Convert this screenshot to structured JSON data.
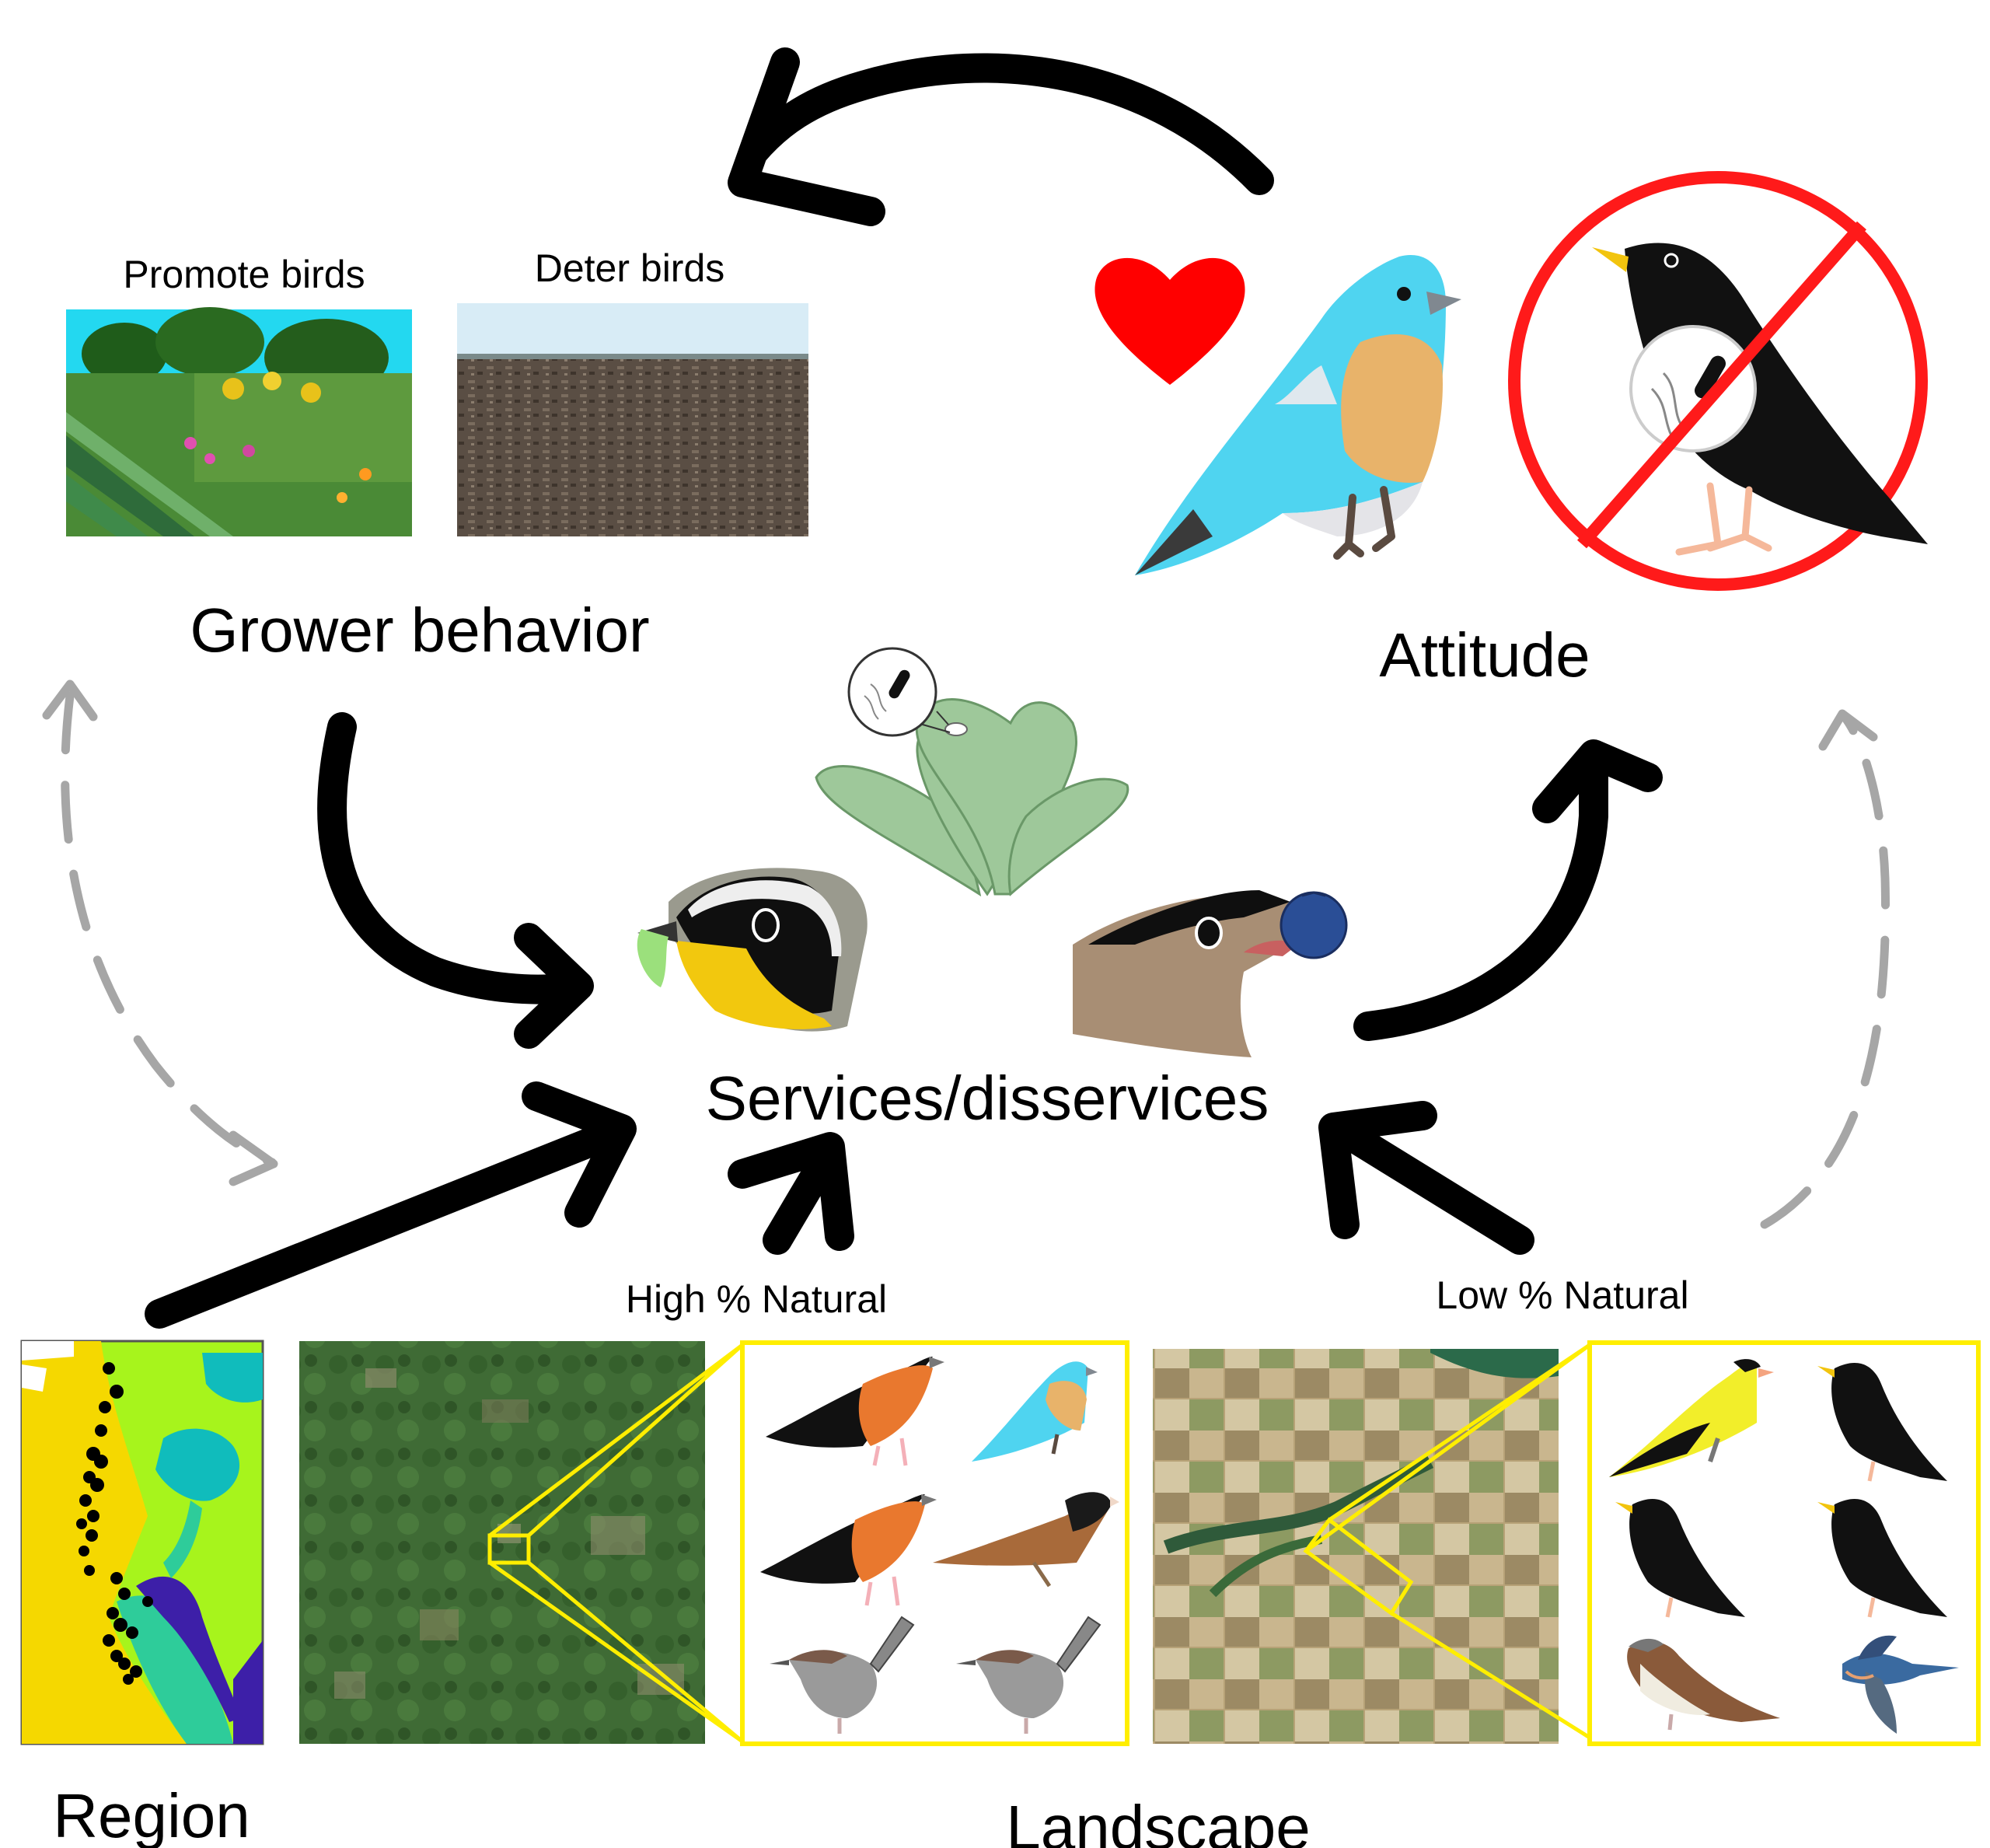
{
  "labels": {
    "promote_birds": "Promote birds",
    "deter_birds": "Deter birds",
    "grower_behavior": "Grower behavior",
    "attitude": "Attitude",
    "services": "Services/disservices",
    "high_natural": "High % Natural",
    "low_natural": "Low % Natural",
    "region": "Region",
    "landscape": "Landscape"
  },
  "colors": {
    "arrow": "#000000",
    "dashed_arrow": "#a6a6a6",
    "heart": "#ff0000",
    "prohibition": "#ff1a1a",
    "zoom_frame": "#ffee00",
    "bluebird": "#4fd4f0",
    "bluebird_breast": "#e8b36a",
    "leaf": "#9ec89a",
    "forest": "#3e6a32",
    "farmland": "#b09a70"
  },
  "icons": [
    "heart-icon",
    "bluebird-icon",
    "starling-prohibited-icon",
    "crop-plant-icon",
    "warbler-head-icon",
    "waxwing-head-icon",
    "region-map-icon"
  ]
}
